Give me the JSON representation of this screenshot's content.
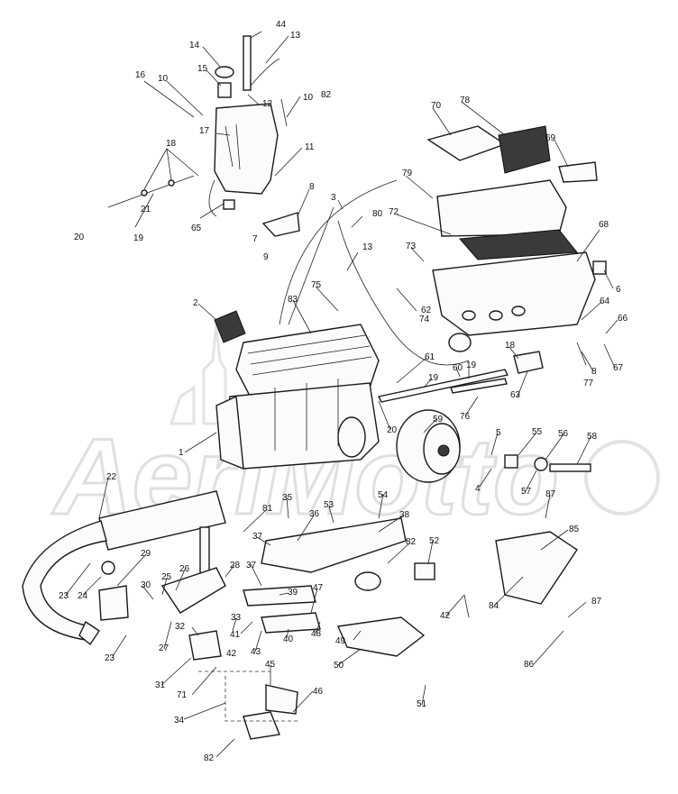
{
  "watermark": {
    "text": "AeriMotto",
    "color": "#dcdcdc"
  },
  "callouts": [
    {
      "id": "44",
      "label": "44"
    },
    {
      "id": "13a",
      "label": "13"
    },
    {
      "id": "14",
      "label": "14"
    },
    {
      "id": "15",
      "label": "15"
    },
    {
      "id": "12",
      "label": "12"
    },
    {
      "id": "16",
      "label": "16"
    },
    {
      "id": "10a",
      "label": "10"
    },
    {
      "id": "10b",
      "label": "10"
    },
    {
      "id": "82a",
      "label": "82"
    },
    {
      "id": "17",
      "label": "17"
    },
    {
      "id": "11",
      "label": "11"
    },
    {
      "id": "18a",
      "label": "18"
    },
    {
      "id": "21",
      "label": "21"
    },
    {
      "id": "19a",
      "label": "19"
    },
    {
      "id": "20a",
      "label": "20"
    },
    {
      "id": "65",
      "label": "65"
    },
    {
      "id": "8a",
      "label": "8"
    },
    {
      "id": "7",
      "label": "7"
    },
    {
      "id": "9",
      "label": "9"
    },
    {
      "id": "3",
      "label": "3"
    },
    {
      "id": "80",
      "label": "80"
    },
    {
      "id": "13b",
      "label": "13"
    },
    {
      "id": "70",
      "label": "70"
    },
    {
      "id": "78",
      "label": "78"
    },
    {
      "id": "69",
      "label": "69"
    },
    {
      "id": "79",
      "label": "79"
    },
    {
      "id": "72",
      "label": "72"
    },
    {
      "id": "73",
      "label": "73"
    },
    {
      "id": "68",
      "label": "68"
    },
    {
      "id": "6",
      "label": "6"
    },
    {
      "id": "75",
      "label": "75"
    },
    {
      "id": "62",
      "label": "62"
    },
    {
      "id": "74",
      "label": "74"
    },
    {
      "id": "2",
      "label": "2"
    },
    {
      "id": "83",
      "label": "83"
    },
    {
      "id": "64",
      "label": "64"
    },
    {
      "id": "66",
      "label": "66"
    },
    {
      "id": "67",
      "label": "67"
    },
    {
      "id": "77",
      "label": "77"
    },
    {
      "id": "8b",
      "label": "8"
    },
    {
      "id": "18b",
      "label": "18"
    },
    {
      "id": "61",
      "label": "61"
    },
    {
      "id": "60",
      "label": "60"
    },
    {
      "id": "19b",
      "label": "19"
    },
    {
      "id": "19c",
      "label": "19"
    },
    {
      "id": "63",
      "label": "63"
    },
    {
      "id": "76",
      "label": "76"
    },
    {
      "id": "20b",
      "label": "20"
    },
    {
      "id": "59",
      "label": "59"
    },
    {
      "id": "1",
      "label": "1"
    },
    {
      "id": "5",
      "label": "5"
    },
    {
      "id": "55",
      "label": "55"
    },
    {
      "id": "56",
      "label": "56"
    },
    {
      "id": "58",
      "label": "58"
    },
    {
      "id": "4",
      "label": "4"
    },
    {
      "id": "57",
      "label": "57"
    },
    {
      "id": "22",
      "label": "22"
    },
    {
      "id": "35",
      "label": "35"
    },
    {
      "id": "81",
      "label": "81"
    },
    {
      "id": "53",
      "label": "53"
    },
    {
      "id": "54",
      "label": "54"
    },
    {
      "id": "36",
      "label": "36"
    },
    {
      "id": "38",
      "label": "38"
    },
    {
      "id": "87a",
      "label": "87"
    },
    {
      "id": "37a",
      "label": "37"
    },
    {
      "id": "82b",
      "label": "82"
    },
    {
      "id": "52",
      "label": "52"
    },
    {
      "id": "85",
      "label": "85"
    },
    {
      "id": "29",
      "label": "29"
    },
    {
      "id": "28",
      "label": "28"
    },
    {
      "id": "37b",
      "label": "37"
    },
    {
      "id": "39",
      "label": "39"
    },
    {
      "id": "26",
      "label": "26"
    },
    {
      "id": "25",
      "label": "25"
    },
    {
      "id": "30",
      "label": "30"
    },
    {
      "id": "23a",
      "label": "23"
    },
    {
      "id": "24",
      "label": "24"
    },
    {
      "id": "47",
      "label": "47"
    },
    {
      "id": "42a",
      "label": "42"
    },
    {
      "id": "84",
      "label": "84"
    },
    {
      "id": "87b",
      "label": "87"
    },
    {
      "id": "27",
      "label": "27"
    },
    {
      "id": "33",
      "label": "33"
    },
    {
      "id": "32",
      "label": "32"
    },
    {
      "id": "41",
      "label": "41"
    },
    {
      "id": "40",
      "label": "40"
    },
    {
      "id": "48",
      "label": "48"
    },
    {
      "id": "49",
      "label": "49"
    },
    {
      "id": "23b",
      "label": "23"
    },
    {
      "id": "42b",
      "label": "42"
    },
    {
      "id": "43",
      "label": "43"
    },
    {
      "id": "50",
      "label": "50"
    },
    {
      "id": "86",
      "label": "86"
    },
    {
      "id": "31",
      "label": "31"
    },
    {
      "id": "71",
      "label": "71"
    },
    {
      "id": "45",
      "label": "45"
    },
    {
      "id": "51",
      "label": "51"
    },
    {
      "id": "34",
      "label": "34"
    },
    {
      "id": "46",
      "label": "46"
    },
    {
      "id": "82c",
      "label": "82"
    }
  ]
}
